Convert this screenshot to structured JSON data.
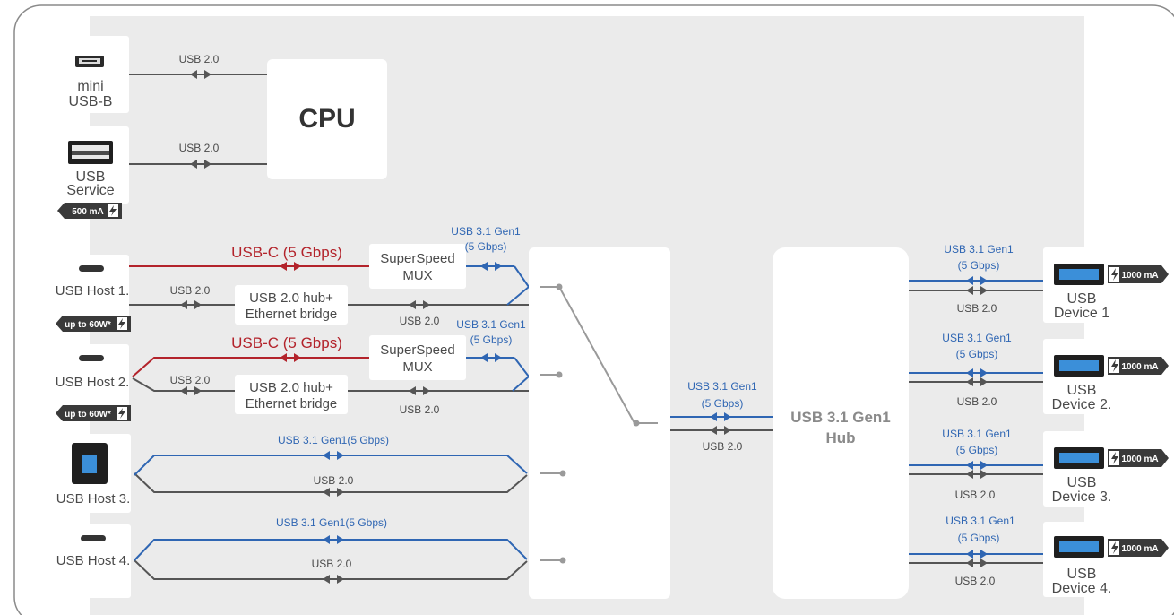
{
  "colors": {
    "usb2": "#555555",
    "usb3": "#2f66b3",
    "usbc": "#b3232b",
    "panel": "#ebebeb",
    "box": "#ffffff"
  },
  "ports": {
    "mini_usb_b": {
      "label1": "mini",
      "label2": "USB-B",
      "icon": "mini-usb-b-icon"
    },
    "usb_service": {
      "label1": "USB",
      "label2": "Service",
      "badge": "500 mA",
      "icon": "usb-a-icon"
    },
    "host1": {
      "label": "USB Host 1.",
      "badge": "up to 60W*",
      "icon": "usb-c-icon"
    },
    "host2": {
      "label": "USB Host 2.",
      "badge": "up to 60W*",
      "icon": "usb-c-icon"
    },
    "host3": {
      "label": "USB Host 3.",
      "icon": "usb-b-icon"
    },
    "host4": {
      "label": "USB Host 4.",
      "icon": "usb-c-icon"
    }
  },
  "cpu": {
    "label": "CPU"
  },
  "mux": {
    "line1": "SuperSpeed",
    "line2": "MUX"
  },
  "bridge": {
    "line1": "USB 2.0 hub+",
    "line2": "Ethernet bridge"
  },
  "hub": {
    "line1": "USB 3.1 Gen1",
    "line2": "Hub"
  },
  "links": {
    "usb2": "USB 2.0",
    "usbc": "USB-C (5 Gbps)",
    "gen1": "USB 3.1 Gen1",
    "gbps": "(5 Gbps)",
    "gen1_inline": "USB 3.1 Gen1(5 Gbps)"
  },
  "devices": [
    {
      "line1": "USB",
      "line2": "Device 1",
      "badge": "1000 mA"
    },
    {
      "line1": "USB",
      "line2": "Device 2.",
      "badge": "1000 mA"
    },
    {
      "line1": "USB",
      "line2": "Device 3.",
      "badge": "1000 mA"
    },
    {
      "line1": "USB",
      "line2": "Device 4.",
      "badge": "1000 mA"
    }
  ]
}
